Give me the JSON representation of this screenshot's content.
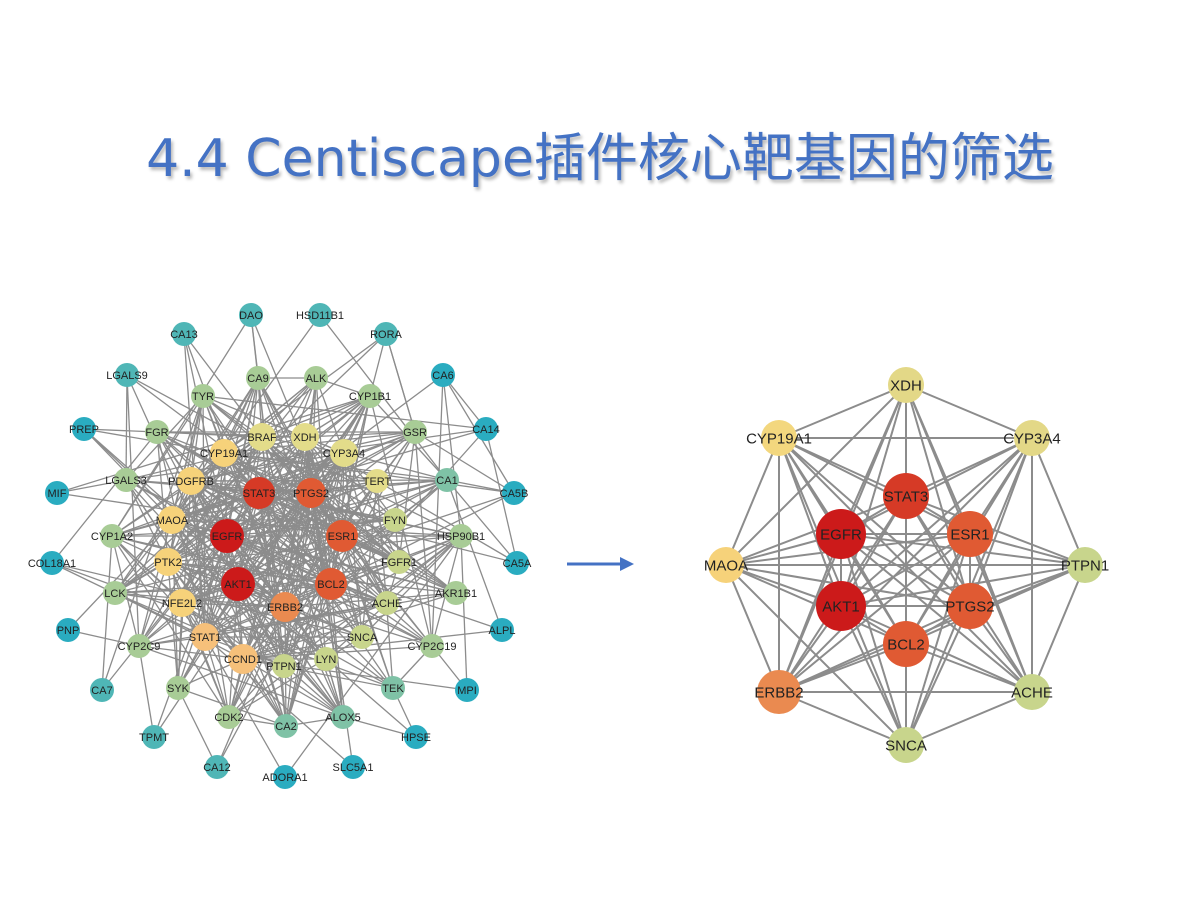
{
  "slide": {
    "title": "4.4 Centiscape插件核心靶基因的筛选"
  },
  "colors": {
    "title": "#4472C4",
    "edge": "#8c8c8c",
    "arrow": "#4472C4",
    "node_scale": [
      "#cc1a1a",
      "#e05a33",
      "#ea8a50",
      "#f6d27a",
      "#e3dc8a",
      "#c8d58c",
      "#a8cc96",
      "#7fc2a6",
      "#4fb6b6",
      "#2aacc0"
    ]
  },
  "full_network": {
    "nodes": [
      {
        "label": "DAO",
        "color": "#4fb6b6"
      },
      {
        "label": "HSD11B1",
        "color": "#4fb6b6"
      },
      {
        "label": "CA13",
        "color": "#4fb6b6"
      },
      {
        "label": "RORA",
        "color": "#4fb6b6"
      },
      {
        "label": "LGALS9",
        "color": "#4fb6b6"
      },
      {
        "label": "CA9",
        "color": "#a8cc96"
      },
      {
        "label": "ALK",
        "color": "#a8cc96"
      },
      {
        "label": "CA6",
        "color": "#2aacc0"
      },
      {
        "label": "TYR",
        "color": "#a8cc96"
      },
      {
        "label": "CYP1B1",
        "color": "#a8cc96"
      },
      {
        "label": "PREP",
        "color": "#2aacc0"
      },
      {
        "label": "FGR",
        "color": "#a8cc96"
      },
      {
        "label": "BRAF",
        "color": "#e3dc8a"
      },
      {
        "label": "XDH",
        "color": "#e3dc8a"
      },
      {
        "label": "GSR",
        "color": "#a8cc96"
      },
      {
        "label": "CA14",
        "color": "#2aacc0"
      },
      {
        "label": "CYP19A1",
        "color": "#f6d27a"
      },
      {
        "label": "CYP3A4",
        "color": "#e3dc8a"
      },
      {
        "label": "MIF",
        "color": "#2aacc0"
      },
      {
        "label": "LGALS3",
        "color": "#a8cc96"
      },
      {
        "label": "PDGFRB",
        "color": "#f6d27a"
      },
      {
        "label": "STAT3",
        "color": "#d63a26"
      },
      {
        "label": "PTGS2",
        "color": "#e05a33"
      },
      {
        "label": "TERT",
        "color": "#e3dc8a"
      },
      {
        "label": "CA1",
        "color": "#7fc2a6"
      },
      {
        "label": "CA5B",
        "color": "#2aacc0"
      },
      {
        "label": "MAOA",
        "color": "#f6d27a"
      },
      {
        "label": "FYN",
        "color": "#c8d58c"
      },
      {
        "label": "CYP1A2",
        "color": "#a8cc96"
      },
      {
        "label": "EGFR",
        "color": "#cc1a1a"
      },
      {
        "label": "ESR1",
        "color": "#e05a33"
      },
      {
        "label": "HSP90B1",
        "color": "#a8cc96"
      },
      {
        "label": "COL18A1",
        "color": "#2aacc0"
      },
      {
        "label": "PTK2",
        "color": "#f6d27a"
      },
      {
        "label": "FGFR1",
        "color": "#c8d58c"
      },
      {
        "label": "CA5A",
        "color": "#2aacc0"
      },
      {
        "label": "LCK",
        "color": "#a8cc96"
      },
      {
        "label": "AKT1",
        "color": "#cc1a1a"
      },
      {
        "label": "BCL2",
        "color": "#e05a33"
      },
      {
        "label": "AKR1B1",
        "color": "#a8cc96"
      },
      {
        "label": "NFE2L2",
        "color": "#f6d27a"
      },
      {
        "label": "ERBB2",
        "color": "#ea8a50"
      },
      {
        "label": "ACHE",
        "color": "#c8d58c"
      },
      {
        "label": "PNP",
        "color": "#2aacc0"
      },
      {
        "label": "ALPL",
        "color": "#2aacc0"
      },
      {
        "label": "CYP2C9",
        "color": "#a8cc96"
      },
      {
        "label": "STAT1",
        "color": "#f6c07a"
      },
      {
        "label": "SNCA",
        "color": "#c8d58c"
      },
      {
        "label": "CYP2C19",
        "color": "#a8cc96"
      },
      {
        "label": "CCND1",
        "color": "#f6c07a"
      },
      {
        "label": "LYN",
        "color": "#c8d58c"
      },
      {
        "label": "PTPN1",
        "color": "#c8d58c"
      },
      {
        "label": "CA7",
        "color": "#4fb6b6"
      },
      {
        "label": "SYK",
        "color": "#a8cc96"
      },
      {
        "label": "TEK",
        "color": "#7fc2a6"
      },
      {
        "label": "MPI",
        "color": "#2aacc0"
      },
      {
        "label": "CDK2",
        "color": "#a8cc96"
      },
      {
        "label": "ALOX5",
        "color": "#7fc2a6"
      },
      {
        "label": "CA2",
        "color": "#7fc2a6"
      },
      {
        "label": "TPMT",
        "color": "#4fb6b6"
      },
      {
        "label": "HPSE",
        "color": "#2aacc0"
      },
      {
        "label": "CA12",
        "color": "#4fb6b6"
      },
      {
        "label": "SLC5A1",
        "color": "#2aacc0"
      },
      {
        "label": "ADORA1",
        "color": "#2aacc0"
      }
    ]
  },
  "core_network": {
    "nodes": [
      {
        "label": "XDH",
        "color": "#e3d887"
      },
      {
        "label": "CYP19A1",
        "color": "#f3d77e"
      },
      {
        "label": "CYP3A4",
        "color": "#e3d887"
      },
      {
        "label": "STAT3",
        "color": "#d63a26"
      },
      {
        "label": "EGFR",
        "color": "#cc1a1a"
      },
      {
        "label": "ESR1",
        "color": "#e05a33"
      },
      {
        "label": "MAOA",
        "color": "#f6d27a"
      },
      {
        "label": "PTPN1",
        "color": "#c8d58c"
      },
      {
        "label": "AKT1",
        "color": "#cc1a1a"
      },
      {
        "label": "PTGS2",
        "color": "#e05a33"
      },
      {
        "label": "BCL2",
        "color": "#e05a33"
      },
      {
        "label": "ERBB2",
        "color": "#ea8a50"
      },
      {
        "label": "ACHE",
        "color": "#c8d58c"
      },
      {
        "label": "SNCA",
        "color": "#c8d58c"
      }
    ]
  }
}
